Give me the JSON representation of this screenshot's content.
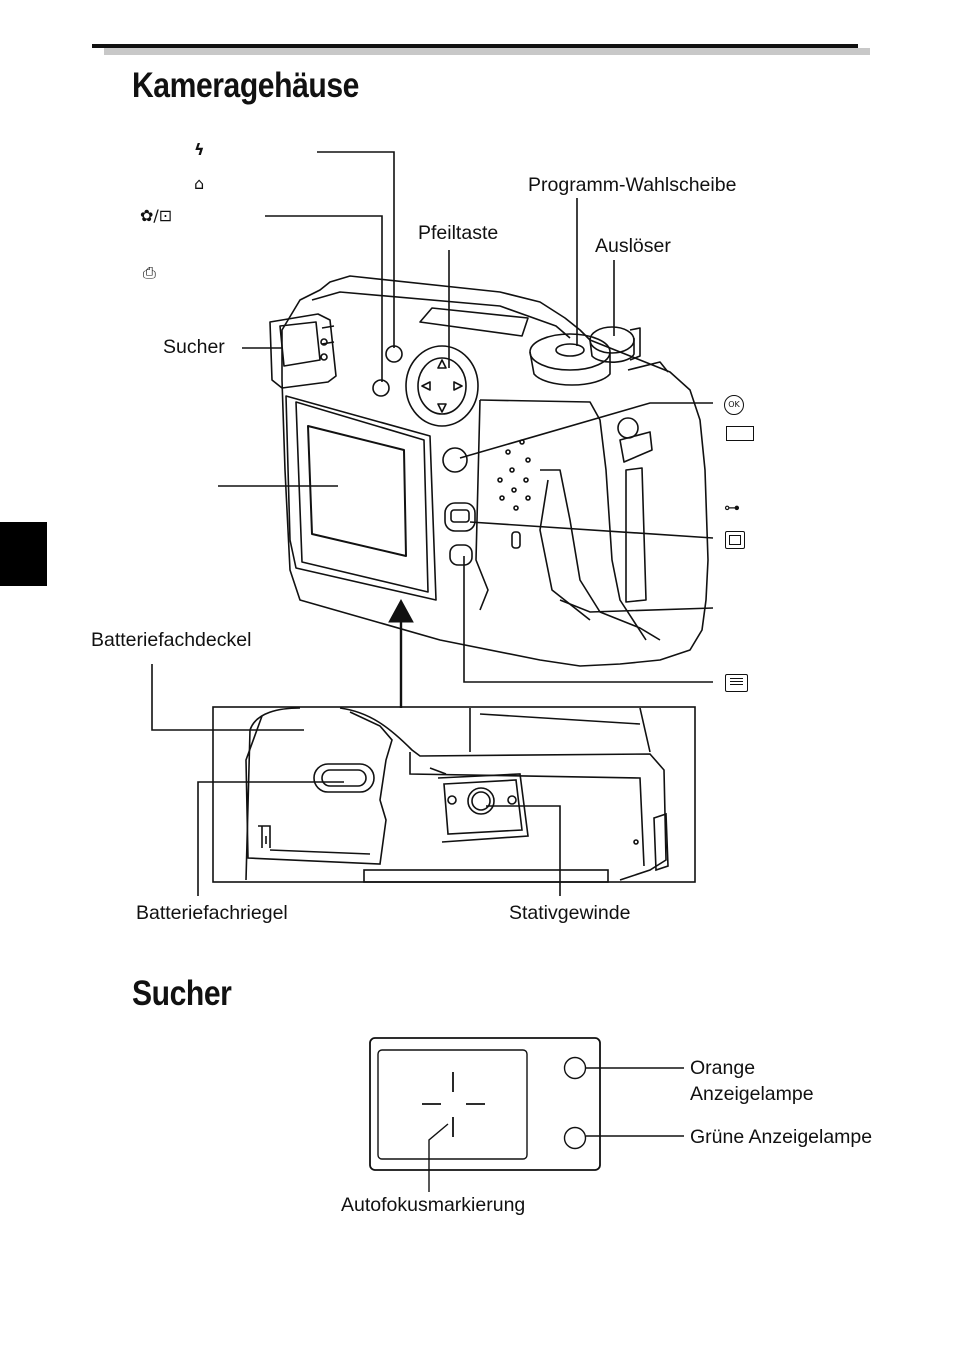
{
  "page": {
    "heading_body": "Kameragehäuse",
    "heading_finder": "Sucher"
  },
  "labels": {
    "programm_wahlscheibe": "Programm-Wahlscheibe",
    "pfeiltaste": "Pfeiltaste",
    "ausloeser": "Auslöser",
    "sucher": "Sucher",
    "batteriefachdeckel": "Batteriefachdeckel",
    "batteriefachriegel": "Batteriefachriegel",
    "stativgewinde": "Stativgewinde",
    "orange_lampe": "Orange\nAnzeigelampe",
    "gruene_lampe": "Grüne Anzeigelampe",
    "autofokus": "Autofokusmarkierung"
  },
  "icons": {
    "flash": "flash-icon",
    "erase": "erase-icon",
    "macro_spot": "macro-spot-icon",
    "print": "print-icon",
    "ok": "ok-icon",
    "custom": "custom-button-icon",
    "protect": "protect-key-icon",
    "monitor": "monitor-icon",
    "menu": "menu-icon"
  },
  "colors": {
    "ink": "#111111",
    "side_tab": "#000000"
  }
}
